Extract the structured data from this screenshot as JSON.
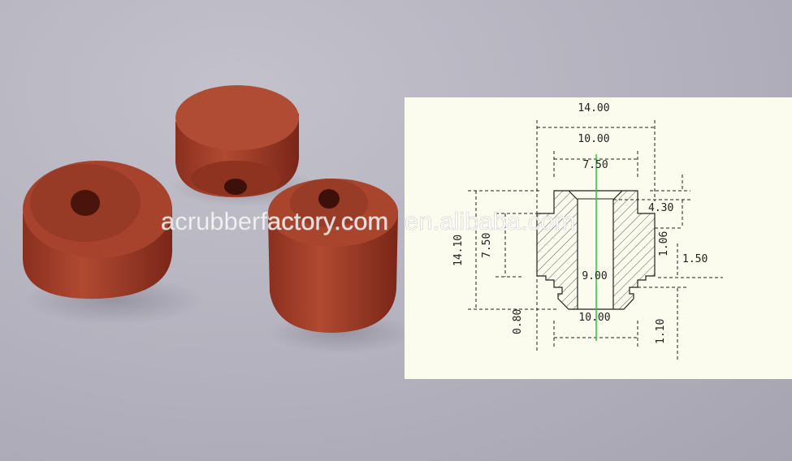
{
  "watermarks": {
    "left": "acrubberfactory.com",
    "right": "en.alibaba.com"
  },
  "drawing": {
    "dimensions": {
      "overall_width": "14.00",
      "top_width": "10.00",
      "bore_width": "7.50",
      "top_step": "4.30",
      "step_height": "1.06",
      "groove_height": "1.50",
      "bore_depth": "9.00",
      "bottom_width": "10.00",
      "overall_height": "14.10",
      "flange_height": "7.50",
      "groove_depth": "0.80",
      "lip_height": "1.10"
    },
    "centerline_color": "#22cc33"
  },
  "colors": {
    "rubber": "#a5412b",
    "rubber_dark": "#7a2619",
    "paper": "#fbfbee"
  }
}
